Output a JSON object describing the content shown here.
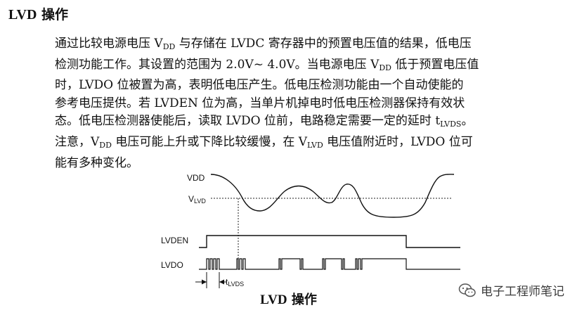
{
  "heading": {
    "latin": "LVD",
    "cn": " 操作"
  },
  "paragraph": {
    "l1a": "通过比较电源电压 V",
    "l1s": "DD",
    "l1b": " 与存储在 LVDC 寄存器中的预置电压值的结果，低电压",
    "l2": "检测功能工作。其设置的范围为 2.0V~ 4.0V。当电源电压 V",
    "l2s": "DD",
    "l2b": " 低于预置电压值",
    "l3": "时，LVDO 位被置为高，表明低电压产生。低电压检测功能由一个自动使能的",
    "l4": "参考电压提供。若 LVDEN 位为高，当单片机掉电时低电压检测器保持有效状",
    "l5a": "态。低电压检测器使能后，读取 LVDO 位前，电路稳定需要一定的延时 t",
    "l5s": "LVDS",
    "l5b": "。",
    "l6a": "注意，V",
    "l6s": "DD",
    "l6b": " 电压可能上升或下降比较缓慢，在 V",
    "l6s2": "LVD",
    "l6c": " 电压值附近时，LVDO 位可",
    "l7": "能有多种变化。"
  },
  "diagram": {
    "label_vdd": "VDD",
    "label_vlvd_main": "V",
    "label_vlvd_sub": "LVD",
    "label_lvden": "LVDEN",
    "label_lvdo": "LVDO",
    "label_tlvds_main": "t",
    "label_tlvds_sub": "LVDS"
  },
  "caption": {
    "latin": "LVD",
    "cn": " 操作"
  },
  "watermark": {
    "text": "电子工程师笔记",
    "icon": "wechat-icon"
  }
}
